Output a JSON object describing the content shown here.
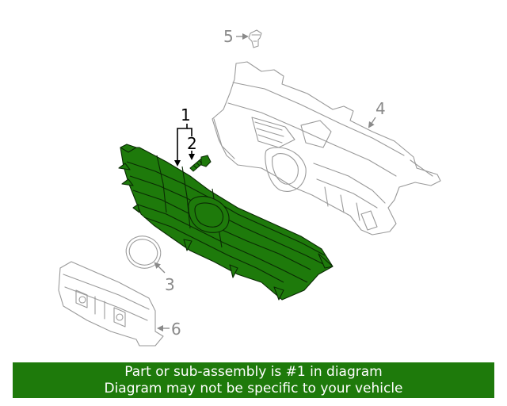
{
  "diagram": {
    "callouts": {
      "c1": "1",
      "c2": "2",
      "c3": "3",
      "c4": "4",
      "c5": "5",
      "c6": "6"
    },
    "colors": {
      "highlight_part": "#1e7a0b",
      "other_parts": "#9a9a9a"
    }
  },
  "banner": {
    "line1": "Part or sub-assembly is #1 in diagram",
    "line2": "Diagram may not be specific to your vehicle"
  }
}
